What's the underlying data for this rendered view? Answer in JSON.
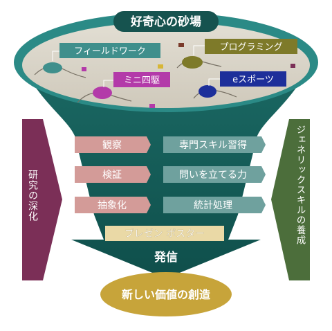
{
  "title": "好奇心の砂場",
  "sandbox_labels": [
    "フィールドワーク",
    "プログラミング",
    "ミニ四駆",
    "eスポーツ"
  ],
  "left_column": [
    "観察",
    "検証",
    "抽象化"
  ],
  "right_column": [
    "専門スキル習得",
    "問いを立てる力",
    "統計処理"
  ],
  "poster_label": "プレゼン ポスター",
  "output_label": "発信",
  "result_label": "新しい価値の創造",
  "side_left": "研究の深化",
  "side_right": "ジェネリックスキルの養成",
  "colors": {
    "funnel_dark": "#165e5a",
    "funnel_rim": "#2b8a86",
    "sand": "#d8d3c6",
    "pink_box": "#d39b98",
    "teal_box": "#6fa19e",
    "poster_box": "#ead9a6",
    "result_oval": "#c7a43a",
    "side_left": "#7b2f57",
    "side_right": "#4c6e3b",
    "label_fieldwork": "#3f8f8c",
    "label_programming": "#7e7a29",
    "label_mini4wd": "#b33aa9",
    "label_esports": "#1d2f9a"
  },
  "icons": [
    "mound-icon",
    "arrow-down-icon",
    "arrow-right-icon"
  ]
}
